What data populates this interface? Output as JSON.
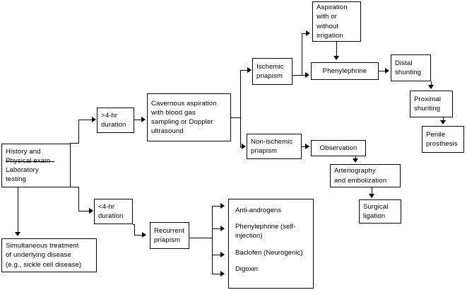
{
  "diagram": {
    "title": "Priapism management algorithm flowchart",
    "nodes": {
      "history": "History and\nPhysical exam\nLaboratory\ntesting",
      "simultaneous": "Simultaneous treatment\nof underlying disease\n(e.g., sickle cell disease)",
      "gt4hr": ">4-hr\nduration",
      "lt4hr": "<4-hr\nduration",
      "cavernous": "Cavernous aspiration\nwith blood gas\nsampling or Doppler\nultrasound",
      "ischemic": "Ischemic\npriapism",
      "nonischemic": "Non-ischemic\npriapism",
      "aspiration": "Aspiration\nwith or\nwithout\nirrigation",
      "phenylephrine": "Phenylephrine",
      "distal": "Distal\nshunting",
      "proximal": "Proximal\nshunting",
      "penile": "Penile\nprosthesis",
      "observation": "Observation",
      "arteriography": "Arteriography\nand embolization",
      "surgical": "Surgical\nligation",
      "recurrent": "Recurrent\npriapism"
    },
    "recurrent_options": [
      "Anti-androgens",
      "Phenylephrine (self-\ninjection)",
      "Baclofen (Neurogenic)",
      "Digoxin"
    ],
    "colors": {
      "line": "#000000",
      "box_fill": "#ffffff",
      "text": "#000000"
    }
  }
}
